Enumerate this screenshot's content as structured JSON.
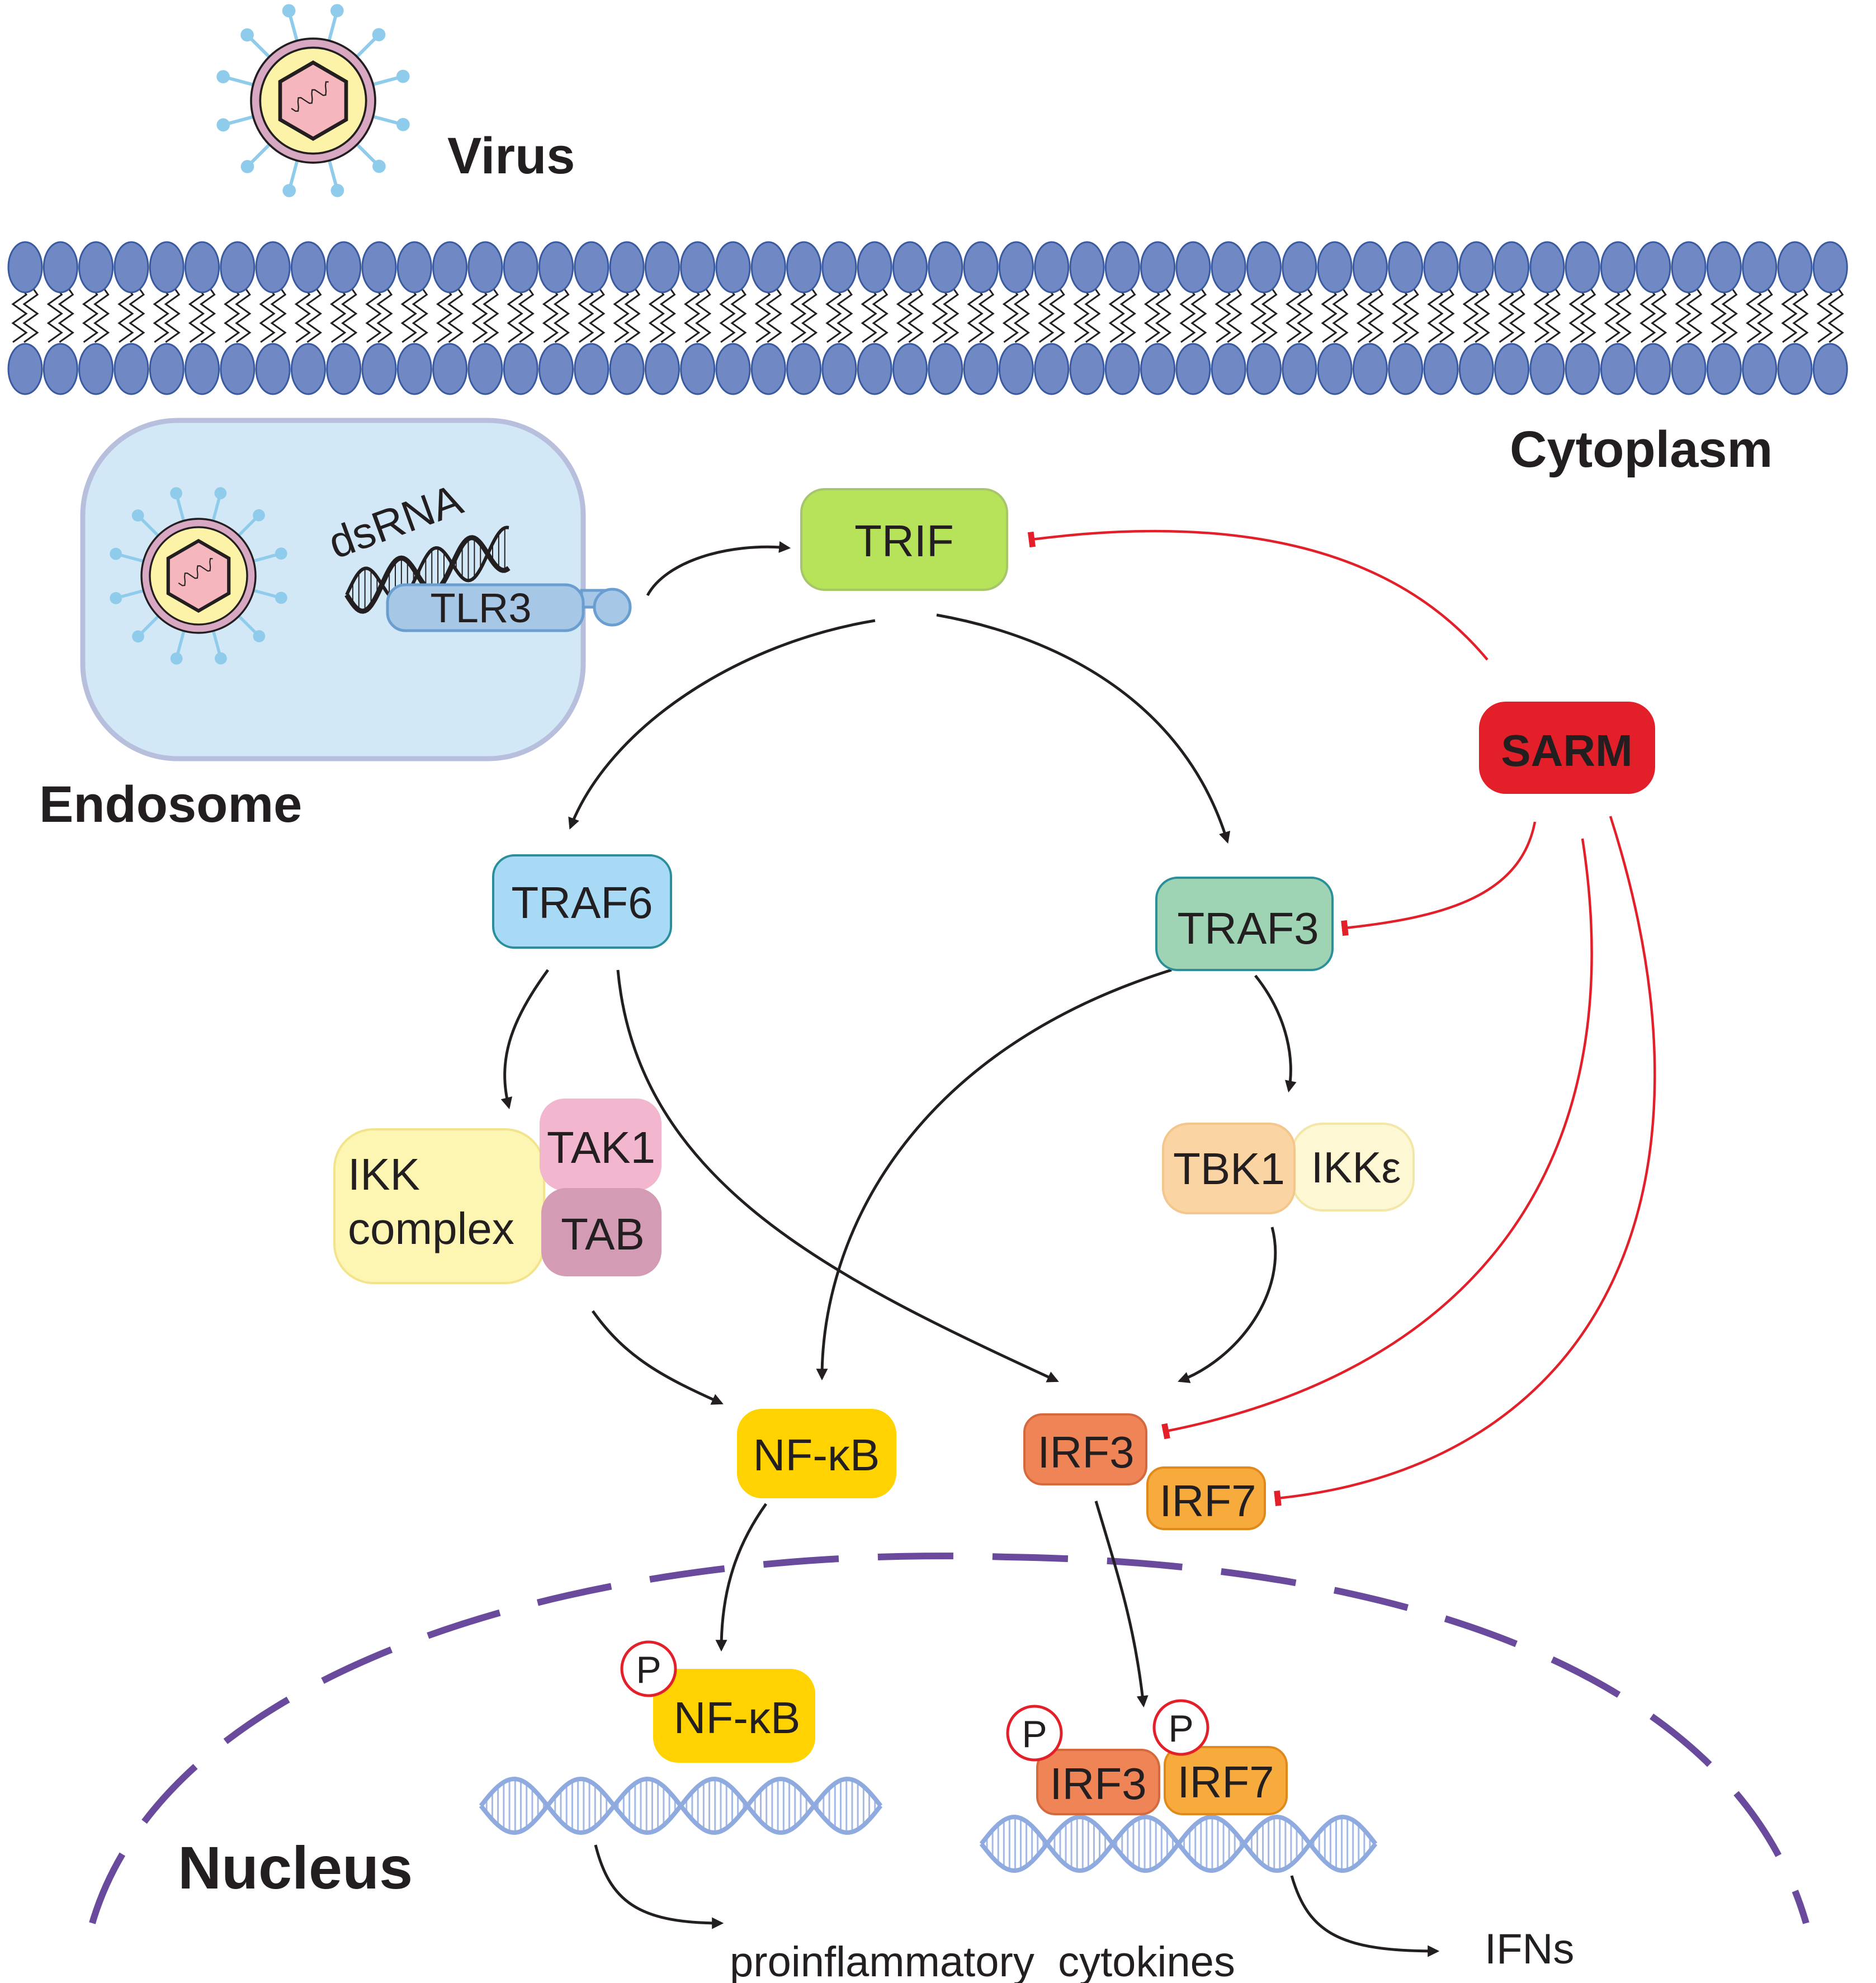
{
  "labels": {
    "virus": "Virus",
    "cytoplasm": "Cytoplasm",
    "endosome": "Endosome",
    "nucleus": "Nucleus",
    "dsrna": "dsRNA",
    "tlr3": "TLR3"
  },
  "nodes": {
    "trif": "TRIF",
    "sarm": "SARM",
    "traf6": "TRAF6",
    "traf3": "TRAF3",
    "tak1": "TAK1",
    "tab": "TAB",
    "ikk_complex_line1": "IKK",
    "ikk_complex_line2": "complex",
    "tbk1": "TBK1",
    "ikke": "IKKε",
    "nfkb": "NF-κB",
    "irf3": "IRF3",
    "irf7": "IRF7",
    "nfkb_nuclear": "NF-κB",
    "irf3_nuclear": "IRF3",
    "irf7_nuclear": "IRF7",
    "phospho": "P"
  },
  "outputs": {
    "cytokines": "proinflammatory  cytokines",
    "ifns": "IFNs"
  },
  "colors": {
    "membrane_head": "#7088c4",
    "membrane_outline": "#3a5aa0",
    "endosome_fill": "#d3e8f6",
    "endosome_stroke": "#b7bfdc",
    "trif": "#b6e35a",
    "sarm": "#e3202a",
    "traf6": "#a8daf6",
    "traf3": "#9ed3b3",
    "tak1": "#f2b6cf",
    "tab": "#d49bb5",
    "ikk": "#fdf6b3",
    "tbk1": "#fbd4a4",
    "ikke": "#fdf7d3",
    "nfkb": "#ffd200",
    "irf3": "#ef8457",
    "irf7": "#f6ab3c",
    "activation_arrow": "#231f20",
    "inhibition_line": "#e3202a",
    "nuclear_envelope": "#6a4a9c",
    "dna": "#8eaadf",
    "virus_spike": "#8fcbea"
  }
}
